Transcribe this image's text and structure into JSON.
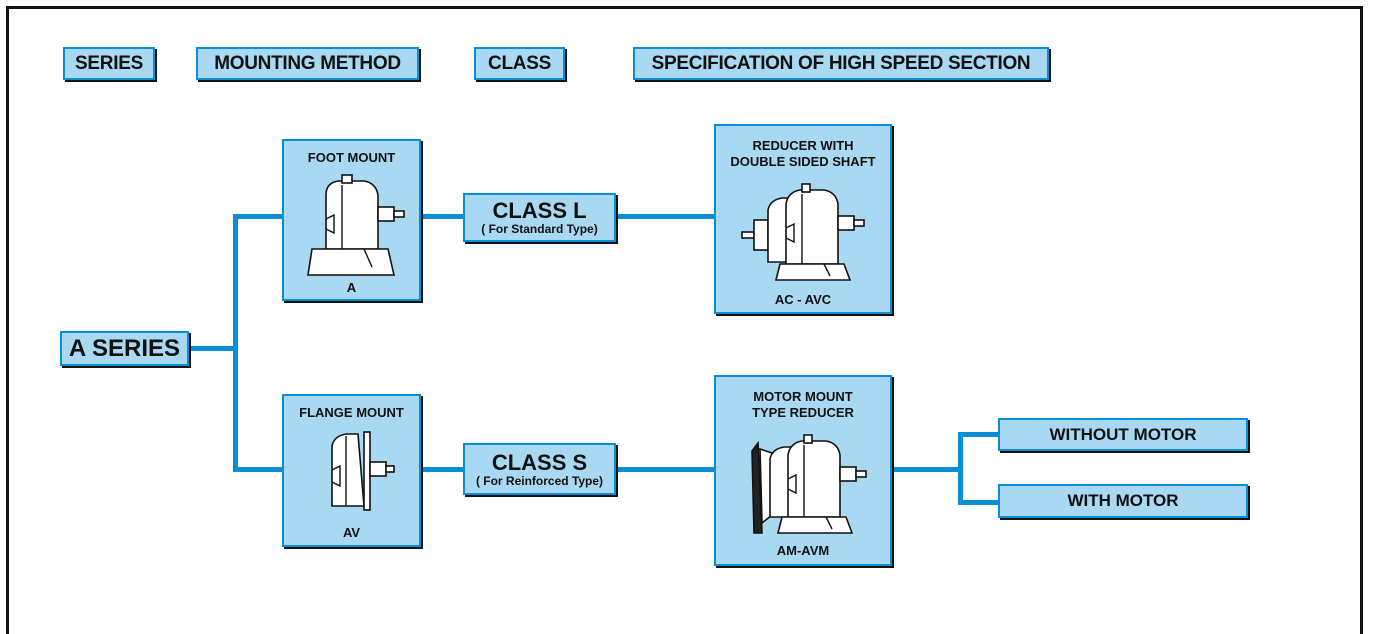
{
  "headers": {
    "series": "SERIES",
    "mounting_method": "MOUNTING METHOD",
    "class": "CLASS",
    "specification": "SPECIFICATION OF HIGH SPEED SECTION"
  },
  "series_label": "A SERIES",
  "mounting": {
    "foot": {
      "title": "FOOT MOUNT",
      "code": "A"
    },
    "flange": {
      "title": "FLANGE MOUNT",
      "code": "AV"
    }
  },
  "classes": {
    "l": {
      "title": "CLASS L",
      "subtitle": "( For Standard Type)"
    },
    "s": {
      "title": "CLASS S",
      "subtitle": "( For Reinforced Type)"
    }
  },
  "specs": {
    "double_shaft": {
      "title_line1": "REDUCER WITH",
      "title_line2": "DOUBLE SIDED SHAFT",
      "code": "AC - AVC"
    },
    "motor_mount": {
      "title_line1": "MOTOR MOUNT",
      "title_line2": "TYPE REDUCER",
      "code": "AM-AVM"
    }
  },
  "options": {
    "without_motor": "WITHOUT MOTOR",
    "with_motor": "WITH MOTOR"
  },
  "colors": {
    "box_fill": "#a9d8f2",
    "line": "#0a8fd6",
    "border_shadow": "#111111"
  }
}
